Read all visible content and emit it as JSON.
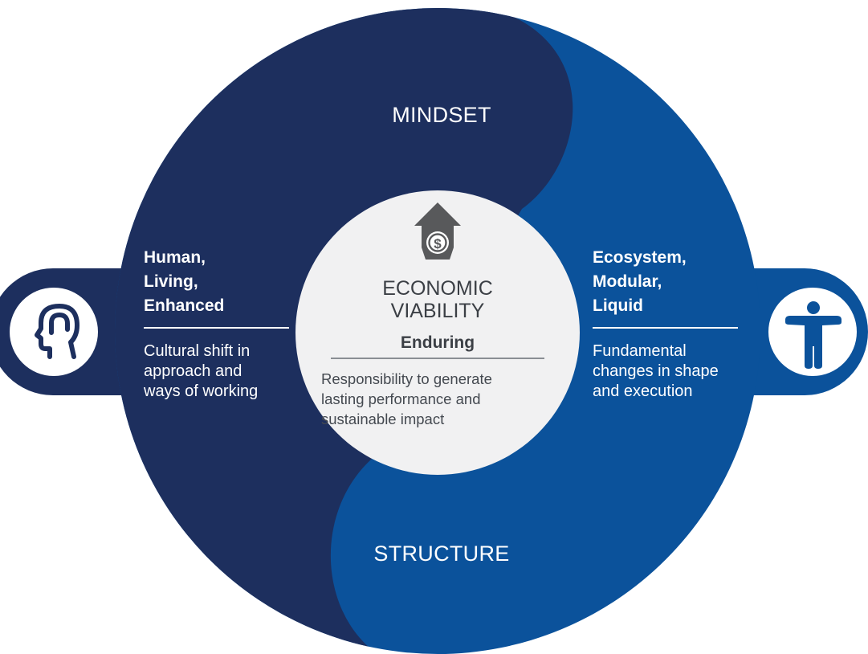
{
  "colors": {
    "navy": "#1d2f5e",
    "blue": "#0b529b",
    "center_fill": "#f1f1f2",
    "icon_gray": "#58595b"
  },
  "top_label": "MINDSET",
  "bottom_label": "STRUCTURE",
  "left": {
    "icon": "human-head-brain-icon",
    "title_lines": [
      "Human,",
      "Living,",
      "Enhanced"
    ],
    "desc_lines": [
      "Cultural shift in",
      "approach and",
      "ways of working"
    ]
  },
  "right": {
    "icon": "person-arms-outstretched-icon",
    "title_lines": [
      "Ecosystem,",
      "Modular,",
      "Liquid"
    ],
    "desc_lines": [
      "Fundamental",
      "changes in shape",
      "and execution"
    ]
  },
  "center": {
    "icon": "dollar-up-arrow-icon",
    "title_lines": [
      "ECONOMIC",
      "VIABILITY"
    ],
    "subtitle": "Enduring",
    "desc_lines": [
      "Responsibility to generate",
      "lasting performance and",
      "sustainable impact"
    ]
  }
}
